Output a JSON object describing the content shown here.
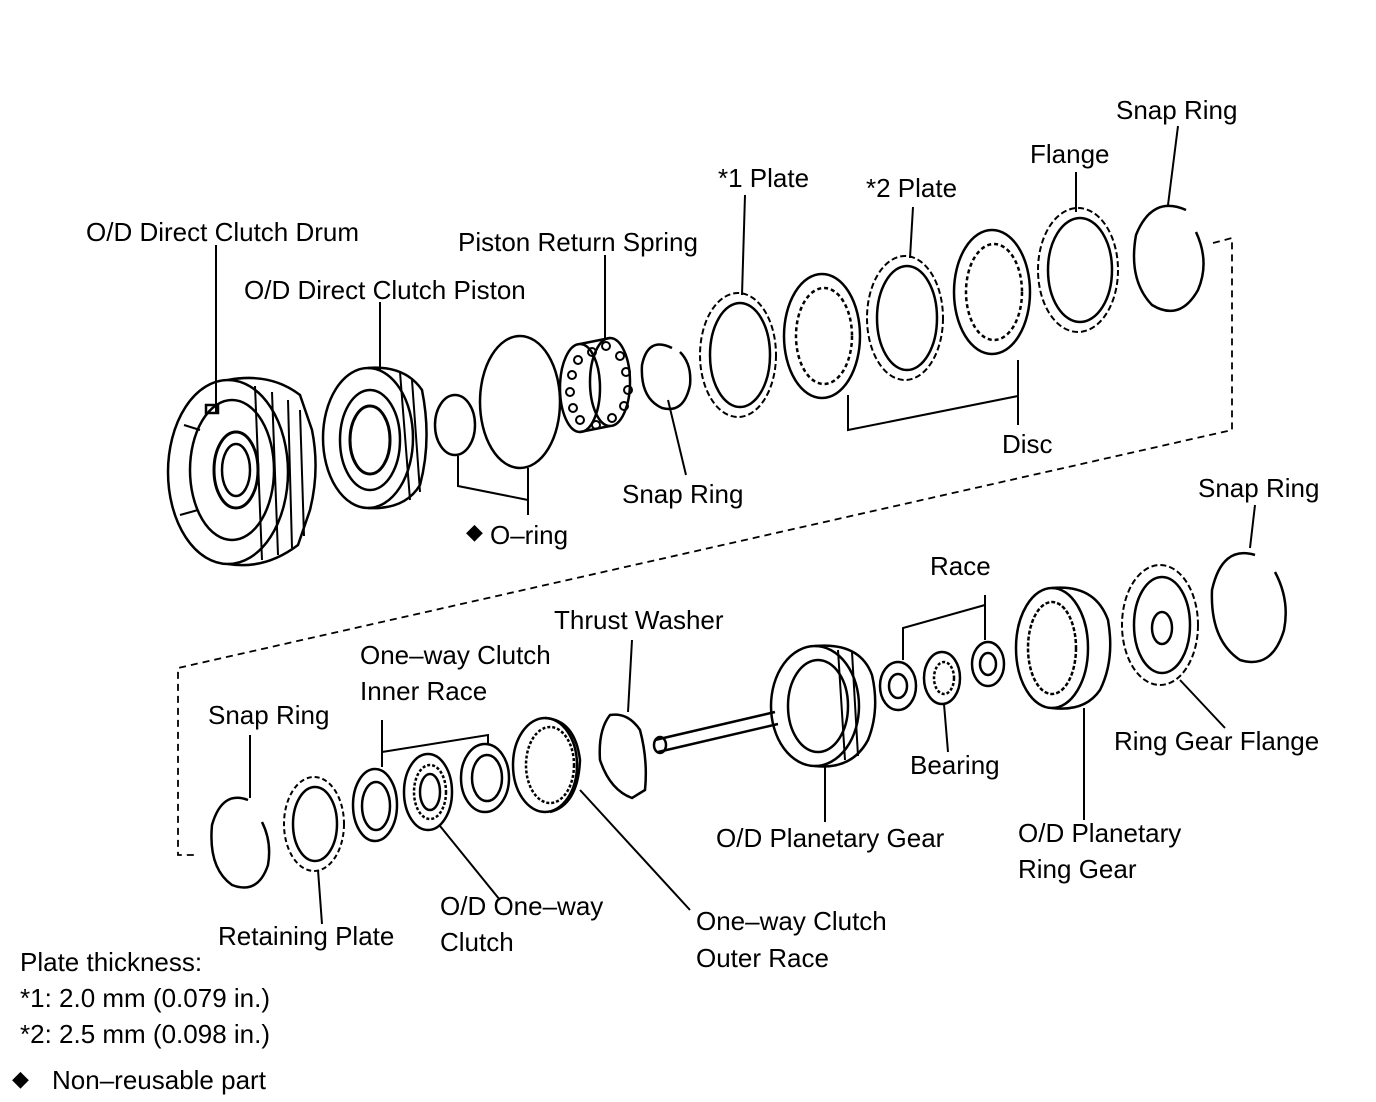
{
  "labels": {
    "drum": "O/D Direct Clutch Drum",
    "piston": "O/D Direct Clutch Piston",
    "return_spring": "Piston Return Spring",
    "plate1": "*1 Plate",
    "plate2": "*2 Plate",
    "flange": "Flange",
    "snap_ring_top": "Snap Ring",
    "snap_ring_mid": "Snap Ring",
    "disc": "Disc",
    "oring": "O–ring",
    "snap_ring_right": "Snap Ring",
    "race": "Race",
    "thrust_washer": "Thrust Washer",
    "owc_inner_race_1": "One–way Clutch",
    "owc_inner_race_2": "Inner Race",
    "snap_ring_left": "Snap Ring",
    "ring_gear_flange": "Ring Gear Flange",
    "bearing": "Bearing",
    "planetary_gear": "O/D Planetary Gear",
    "planetary_ring_gear_1": "O/D Planetary",
    "planetary_ring_gear_2": "Ring Gear",
    "retaining_plate": "Retaining Plate",
    "owc_1": "O/D One–way",
    "owc_2": "Clutch",
    "owc_outer_1": "One–way Clutch",
    "owc_outer_2": "Outer Race"
  },
  "notes": {
    "heading": "Plate thickness:",
    "line1": "*1: 2.0 mm (0.079 in.)",
    "line2": "*2: 2.5 mm (0.098 in.)",
    "legend": "Non–reusable part",
    "legend_symbol": "◆"
  },
  "colors": {
    "ink": "#000000",
    "paper": "#ffffff"
  }
}
